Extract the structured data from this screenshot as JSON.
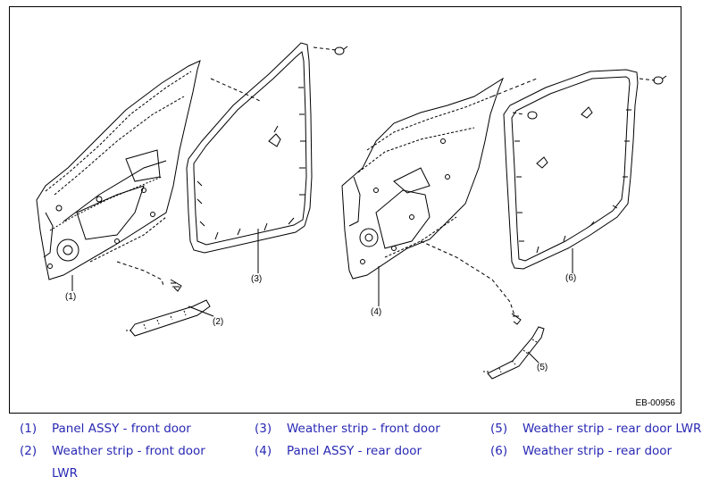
{
  "figure": {
    "id": "EB-00956",
    "callouts": {
      "c1": "(1)",
      "c2": "(2)",
      "c3": "(3)",
      "c4": "(4)",
      "c5": "(5)",
      "c6": "(6)"
    }
  },
  "legend": {
    "items": [
      {
        "num": "(1)",
        "label": "Panel ASSY - front door"
      },
      {
        "num": "(2)",
        "label": "Weather strip - front door",
        "label2": "LWR"
      },
      {
        "num": "(3)",
        "label": "Weather strip - front door"
      },
      {
        "num": "(4)",
        "label": "Panel ASSY - rear door"
      },
      {
        "num": "(5)",
        "label": "Weather strip - rear door LWR"
      },
      {
        "num": "(6)",
        "label": "Weather strip - rear door"
      }
    ]
  },
  "colors": {
    "legend_text": "#2828b4",
    "line": "#000000"
  }
}
